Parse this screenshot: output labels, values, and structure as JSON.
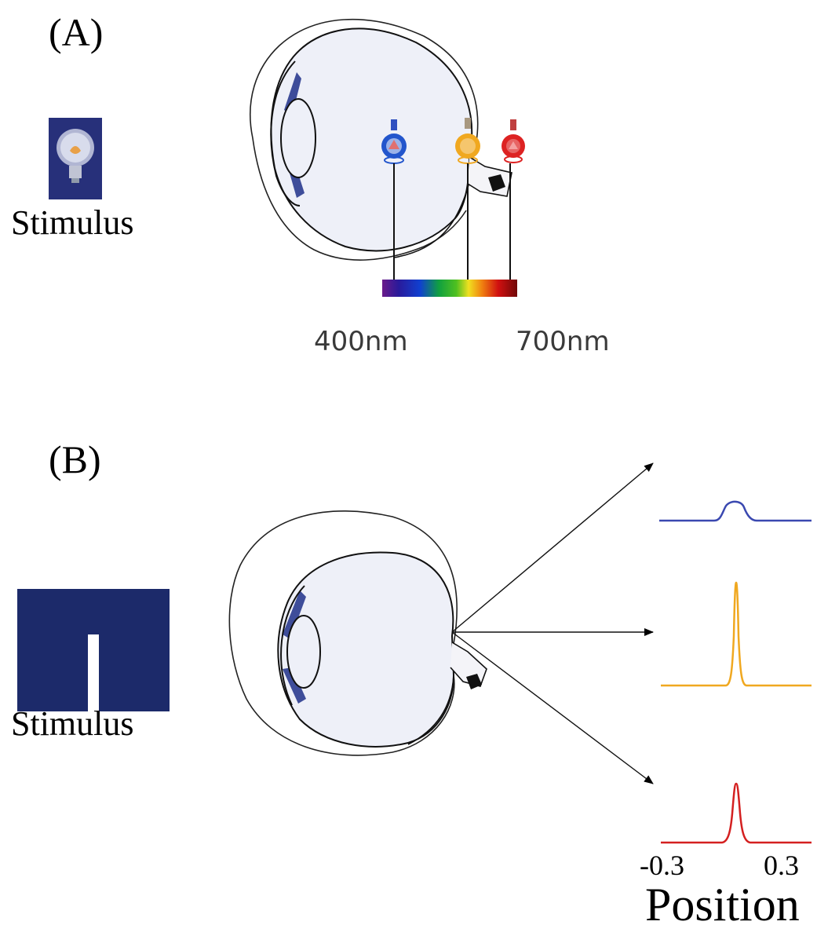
{
  "panel_a": {
    "label": "(A)",
    "stimulus_label": "Stimulus",
    "spectrum_min_label": "400nm",
    "spectrum_max_label": "700nm",
    "bulbs": [
      {
        "color": "#2255cc"
      },
      {
        "color": "#f0a820"
      },
      {
        "color": "#dd2222"
      }
    ]
  },
  "panel_b": {
    "label": "(B)",
    "stimulus_label": "Stimulus",
    "stimulus_color": "#1c2a6a",
    "profiles": [
      {
        "color": "#3a48b0",
        "shape": "broad"
      },
      {
        "color": "#f0a820",
        "shape": "sharp"
      },
      {
        "color": "#d42020",
        "shape": "medium"
      }
    ],
    "axis": {
      "tick_min": "-0.3",
      "tick_max": "0.3",
      "label": "Position"
    }
  },
  "colors": {
    "stimulus_bg": "#27307a",
    "eye_fill": "#eef0f8",
    "iris": "#3e4d9a"
  }
}
